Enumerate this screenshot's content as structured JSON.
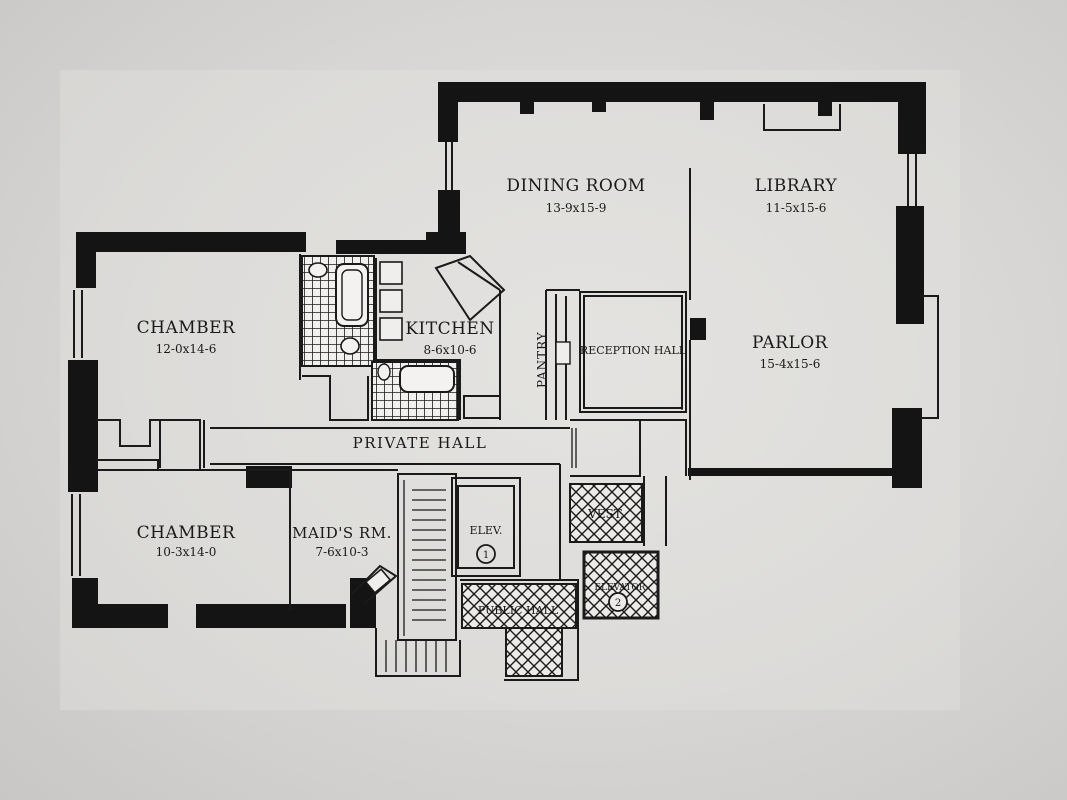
{
  "rooms": {
    "dining_room": {
      "name": "DINING ROOM",
      "dims": "13-9x15-9"
    },
    "library": {
      "name": "LIBRARY",
      "dims": "11-5x15-6"
    },
    "chamber_1": {
      "name": "CHAMBER",
      "dims": "12-0x14-6"
    },
    "kitchen": {
      "name": "KITCHEN",
      "dims": "8-6x10-6"
    },
    "parlor": {
      "name": "PARLOR",
      "dims": "15-4x15-6"
    },
    "chamber_2": {
      "name": "CHAMBER",
      "dims": "10-3x14-0"
    },
    "maids_room": {
      "name": "MAID'S RM.",
      "dims": "7-6x10-3"
    }
  },
  "labels": {
    "pantry": "PANTRY",
    "reception_hall": "RECEPTION HALL",
    "private_hall": "PRIVATE HALL",
    "elevator_1": "ELEV.",
    "elevator_1_num": "1",
    "vest": "VEST.",
    "elevator_2": "ELEVATOR",
    "elevator_2_num": "2",
    "public_hall": "PUBLIC HALL"
  },
  "colors": {
    "ink": "#141414",
    "paper": "#dcdad8"
  }
}
